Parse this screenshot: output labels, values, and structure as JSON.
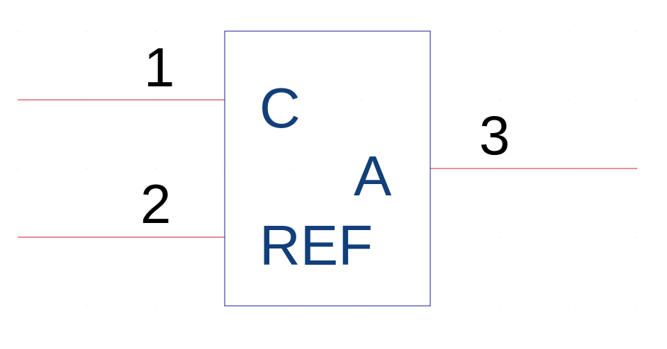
{
  "component": {
    "body_color": "#1a1aa6",
    "pin_line_color": "#d0202a",
    "pin_name_color": "#123f7a",
    "pin_number_color": "#000000",
    "pins": [
      {
        "number": "1",
        "name": "C"
      },
      {
        "number": "2",
        "name": "REF"
      },
      {
        "number": "3",
        "name": "A"
      }
    ]
  }
}
